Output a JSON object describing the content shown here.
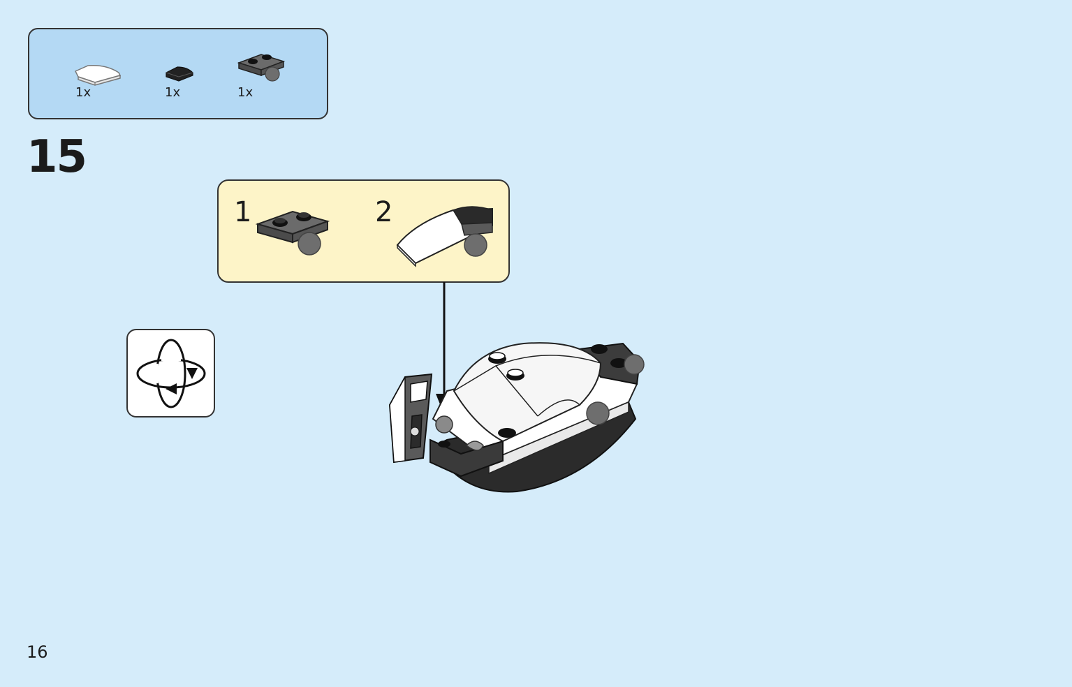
{
  "parts_list": {
    "items": [
      {
        "icon": "white-curved-slope-icon",
        "quantity": "1x"
      },
      {
        "icon": "black-wedge-tile-icon",
        "quantity": "1x"
      },
      {
        "icon": "dark-gray-plate-with-ball-icon",
        "quantity": "1x"
      }
    ]
  },
  "step": {
    "number": "15"
  },
  "sub_assembly": {
    "steps": [
      {
        "number": "1",
        "icon": "dark-gray-plate-with-ball-icon"
      },
      {
        "number": "2",
        "icon": "assembled-slope-with-ball-icon"
      }
    ]
  },
  "rotate_indicator": {
    "icon": "rotate-model-icon"
  },
  "page": {
    "number": "16"
  },
  "colors": {
    "background": "#d5ecfa",
    "parts_box": "#b4d9f4",
    "sub_assembly_box": "#fdf4c8"
  }
}
